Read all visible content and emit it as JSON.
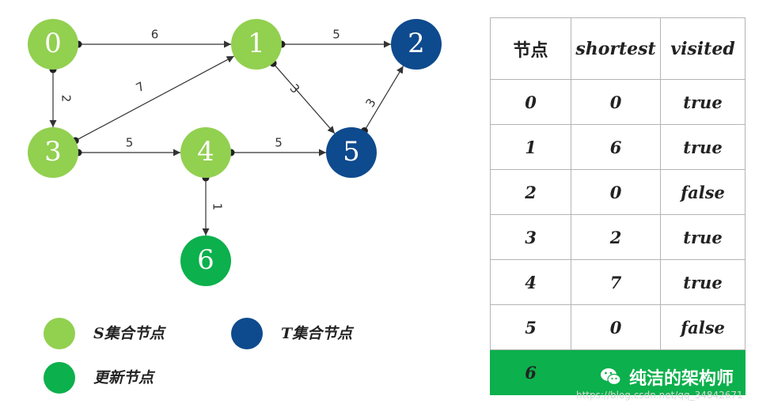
{
  "colors": {
    "s_set": "#92d050",
    "t_set": "#0e4a8e",
    "updated": "#0cb04c",
    "edge": "#333333",
    "highlight_row": "#0cb04c"
  },
  "nodes": [
    {
      "id": "0",
      "label": "0",
      "set": "s_set"
    },
    {
      "id": "1",
      "label": "1",
      "set": "s_set"
    },
    {
      "id": "2",
      "label": "2",
      "set": "t_set"
    },
    {
      "id": "3",
      "label": "3",
      "set": "s_set"
    },
    {
      "id": "4",
      "label": "4",
      "set": "s_set"
    },
    {
      "id": "5",
      "label": "5",
      "set": "t_set"
    },
    {
      "id": "6",
      "label": "6",
      "set": "updated"
    }
  ],
  "edges": [
    {
      "from": "0",
      "to": "1",
      "weight": "6"
    },
    {
      "from": "1",
      "to": "2",
      "weight": "5"
    },
    {
      "from": "0",
      "to": "3",
      "weight": "2"
    },
    {
      "from": "3",
      "to": "1",
      "weight": "7"
    },
    {
      "from": "1",
      "to": "5",
      "weight": "3"
    },
    {
      "from": "5",
      "to": "2",
      "weight": "3"
    },
    {
      "from": "3",
      "to": "4",
      "weight": "5"
    },
    {
      "from": "4",
      "to": "5",
      "weight": "5"
    },
    {
      "from": "4",
      "to": "6",
      "weight": "1"
    }
  ],
  "legend": [
    {
      "label": "S集合节点",
      "color_key": "s_set"
    },
    {
      "label": "T集合节点",
      "color_key": "t_set"
    },
    {
      "label": "更新节点",
      "color_key": "updated"
    }
  ],
  "table": {
    "headers": [
      "节点",
      "shortest",
      "visited"
    ],
    "rows": [
      {
        "node": "0",
        "shortest": "0",
        "visited": "true"
      },
      {
        "node": "1",
        "shortest": "6",
        "visited": "true"
      },
      {
        "node": "2",
        "shortest": "0",
        "visited": "false"
      },
      {
        "node": "3",
        "shortest": "2",
        "visited": "true"
      },
      {
        "node": "4",
        "shortest": "7",
        "visited": "true"
      },
      {
        "node": "5",
        "shortest": "0",
        "visited": "false"
      },
      {
        "node": "6",
        "shortest": "",
        "visited": ""
      }
    ]
  },
  "watermark": {
    "name": "纯洁的架构师",
    "url": "https://blog.csdn.net/qq_34842671",
    "icon": "wechat-icon"
  }
}
